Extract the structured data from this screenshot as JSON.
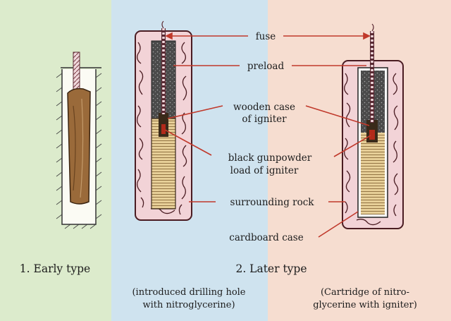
{
  "panels": [
    {
      "name": "early-type-panel",
      "color": "#dcebcc"
    },
    {
      "name": "later-type-panel",
      "color": "#cfe3ef"
    },
    {
      "name": "cartridge-panel",
      "color": "#f6ddd0"
    }
  ],
  "colors": {
    "rock": "#f2d3d7",
    "rock_veins": "#4a1c22",
    "fuse": "#f0d8dc",
    "preload": "#4a4a4a",
    "igniter_case": "#3a2a1a",
    "gunpowder": "#b22a1a",
    "charge": "#e7cf98",
    "charge_lines": "#8a6a3a",
    "early_charge": "#9a6a3a",
    "pointer_lines": "#c0392b"
  },
  "labels": {
    "fuse": "fuse",
    "preload": "preload",
    "wooden_case_line1": "wooden case",
    "wooden_case_line2": "of igniter",
    "black_gunpowder_line1": "black gunpowder",
    "black_gunpowder_line2": "load of igniter",
    "surrounding_rock": "surrounding rock",
    "cardboard_case": "cardboard case"
  },
  "captions": {
    "early_type": "1. Early type",
    "later_type": "2. Later type",
    "left_sub_line1": "(introduced drilling hole",
    "left_sub_line2": "with nitroglycerine)",
    "right_sub_line1": "(Cartridge of nitro-",
    "right_sub_line2": "glycerine with igniter)"
  }
}
